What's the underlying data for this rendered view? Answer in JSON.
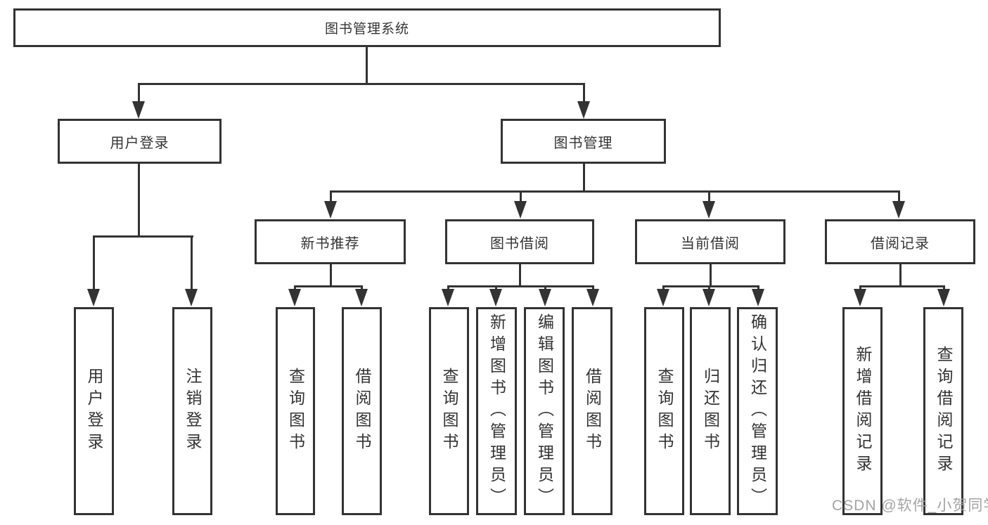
{
  "diagram_title": "图书管理系统",
  "tree": {
    "label": "图书管理系统",
    "children": [
      {
        "label": "用户登录",
        "children": [
          {
            "label": "用户登录"
          },
          {
            "label": "注销登录"
          }
        ]
      },
      {
        "label": "图书管理",
        "children": [
          {
            "label": "新书推荐",
            "children": [
              {
                "label": "查询图书"
              },
              {
                "label": "借阅图书"
              }
            ]
          },
          {
            "label": "图书借阅",
            "children": [
              {
                "label": "查询图书"
              },
              {
                "label": "新增图书（管理员）"
              },
              {
                "label": "编辑图书（管理员）"
              },
              {
                "label": "借阅图书"
              }
            ]
          },
          {
            "label": "当前借阅",
            "children": [
              {
                "label": "查询图书"
              },
              {
                "label": "归还图书"
              },
              {
                "label": "确认归还（管理员）"
              }
            ]
          },
          {
            "label": "借阅记录",
            "children": [
              {
                "label": "新增借阅记录"
              },
              {
                "label": "查询借阅记录"
              }
            ]
          }
        ]
      }
    ]
  },
  "watermark": "CSDN @软件_小贺同学",
  "colors": {
    "line": "#333333",
    "box_background": "#ffffff",
    "text": "#333333",
    "watermark": "#9e9e9e",
    "page_background": "#ffffff"
  }
}
